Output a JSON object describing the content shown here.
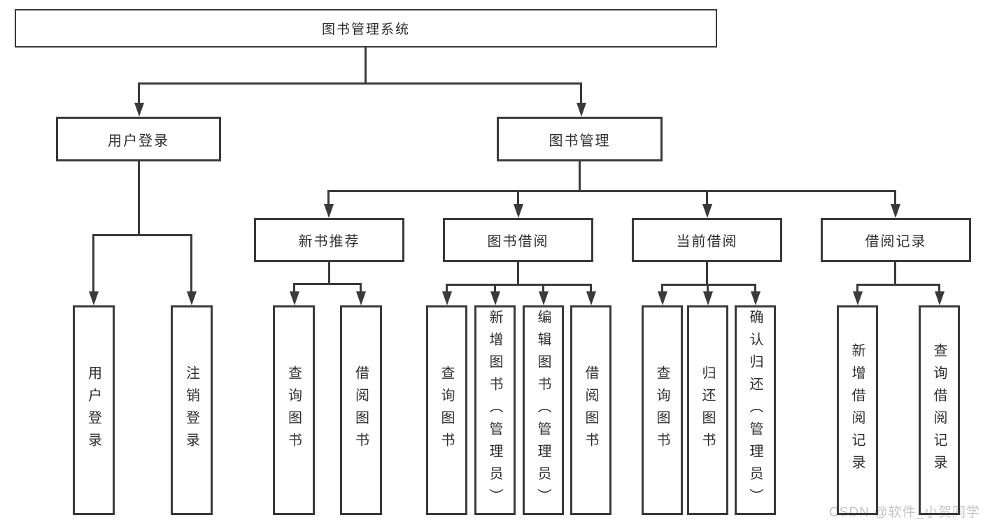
{
  "colors": {
    "line": "#3a3a3a",
    "text": "#2f2f2f",
    "background": "#ffffff",
    "watermark": "#c8c2c2"
  },
  "diagram_type": "hierarchy-tree",
  "tree": {
    "root": {
      "label": "图书管理系统"
    },
    "branches": [
      {
        "label": "用户登录",
        "children": [
          {
            "label": "用户登录"
          },
          {
            "label": "注销登录"
          }
        ]
      },
      {
        "label": "图书管理",
        "children": [
          {
            "label": "新书推荐",
            "children": [
              {
                "label": "查询图书"
              },
              {
                "label": "借阅图书"
              }
            ]
          },
          {
            "label": "图书借阅",
            "children": [
              {
                "label": "查询图书"
              },
              {
                "label": "新增图书（管理员）"
              },
              {
                "label": "编辑图书（管理员）"
              },
              {
                "label": "借阅图书"
              }
            ]
          },
          {
            "label": "当前借阅",
            "children": [
              {
                "label": "查询图书"
              },
              {
                "label": "归还图书"
              },
              {
                "label": "确认归还（管理员）"
              }
            ]
          },
          {
            "label": "借阅记录",
            "children": [
              {
                "label": "新增借阅记录"
              },
              {
                "label": "查询借阅记录"
              }
            ]
          }
        ]
      }
    ]
  },
  "watermark": {
    "text": "CSDN @软件_小贺同学"
  }
}
